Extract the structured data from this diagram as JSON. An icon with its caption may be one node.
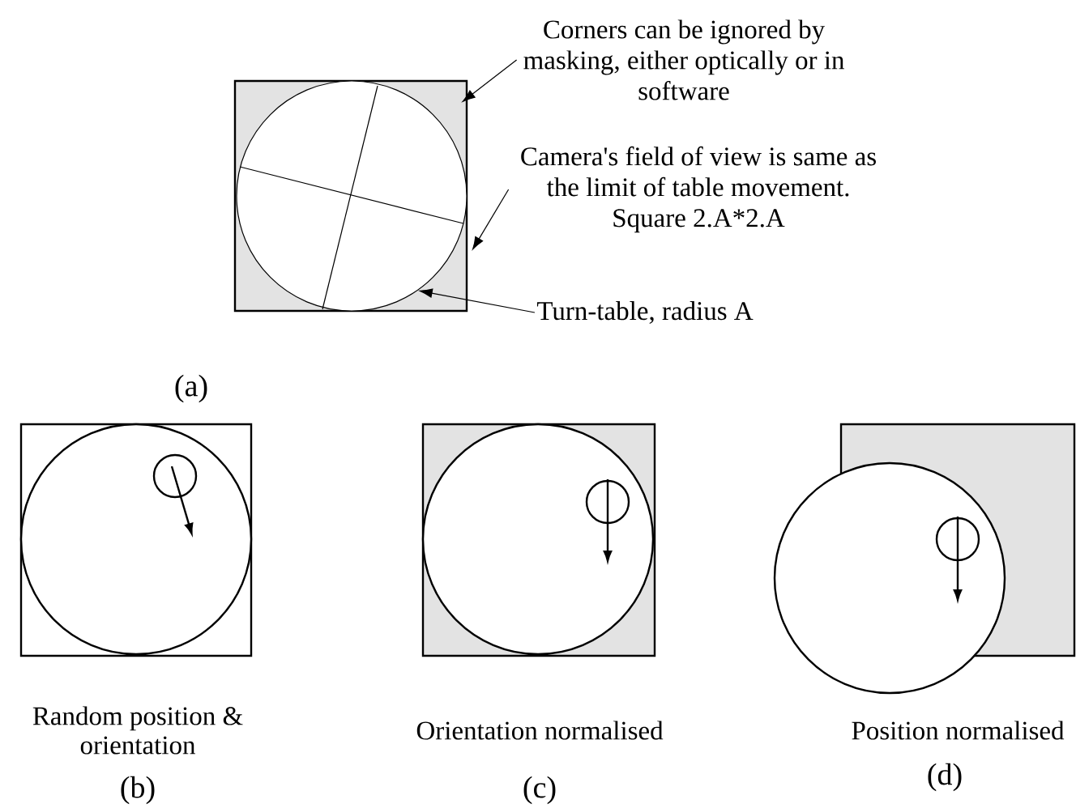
{
  "diagram": {
    "nodes": [
      {
        "text": [],
        "shape": "box"
      },
      {
        "text": [],
        "shape": "circle",
        "in": 0
      },
      {
        "text": [
          "Corners can be ignored by masking, either optically or in software"
        ]
      },
      {
        "text": [
          "Camera's field of view is same as the limit of table movement. Square 2.A*2.A"
        ]
      },
      {
        "text": [
          "Turn-table, radius A"
        ]
      }
    ],
    "edges": [
      {
        "from": 2,
        "to": 0,
        "arrow": "to"
      },
      {
        "from": 3,
        "to": 0,
        "arrow": "to"
      },
      {
        "from": 4,
        "to": 1,
        "arrow": "to"
      }
    ],
    "labels": [
      "(a)",
      "Random position & orientation",
      "(b)",
      "Orientation normalised",
      "(c)",
      "Position normalised",
      "(d)"
    ]
  }
}
